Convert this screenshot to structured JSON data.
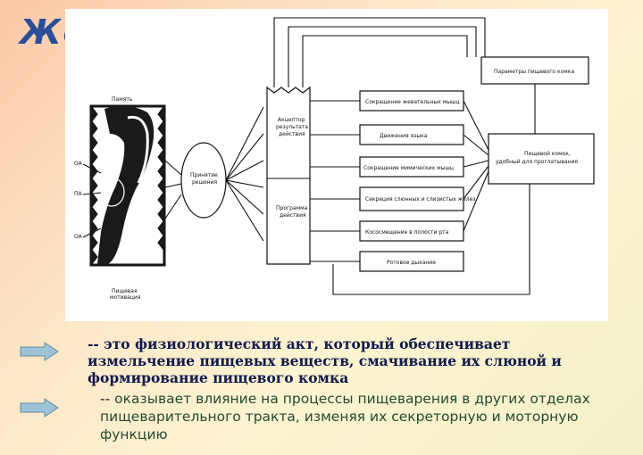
{
  "title": "Жевание",
  "diagram": {
    "memory_label": "Память",
    "oa_top": "OA",
    "pa": "ПА",
    "oa_bottom": "OA",
    "motivation": [
      "Пищевая",
      "мотивация"
    ],
    "decision": [
      "Принятие",
      "решения"
    ],
    "acceptor": [
      "Акцептор",
      "результата",
      "действия"
    ],
    "program": [
      "Программа",
      "действия"
    ],
    "actions": [
      "Сокращение жевательных мышц",
      "Движения языка",
      "Сокращение мимических мышц",
      "Секреция слюнных и слизистых желез",
      "Кососмещение в полости рта",
      "Ротовое дыхание"
    ],
    "params": "Параметры пищевого комка",
    "bolus": [
      "Пищевой комок,",
      "удобный для проглатывания"
    ]
  },
  "text1": "-- это физиологический акт, который обеспечивает измельчение пищевых веществ, смачивание их слюной и формирование пищевого комка",
  "text2_dash": "-- ",
  "text2": "оказывает влияние на процессы пищеварения в других отделах пищеварительного тракта, изменяя их секреторную и моторную функцию"
}
